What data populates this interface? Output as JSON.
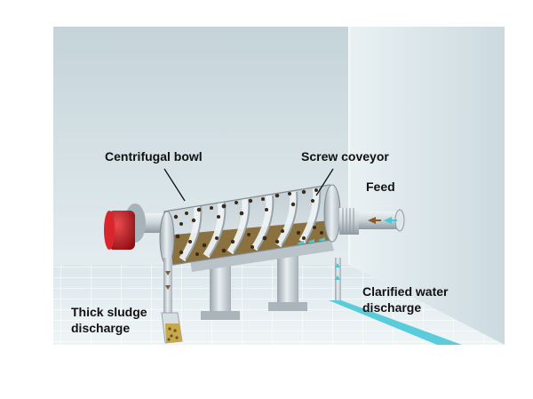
{
  "labels": {
    "centrifugal_bowl": "Centrifugal bowl",
    "screw_conveyor": "Screw coveyor",
    "feed": "Feed",
    "clarified_line1": "Clarified water",
    "clarified_line2": "discharge",
    "sludge_line1": "Thick sludge",
    "sludge_line2": "discharge"
  },
  "colors": {
    "wall": "#d4e1e6",
    "floor": "#e3eef1",
    "metal": "#bfc9cf",
    "motor": "#c0141a",
    "solids": "#6a4a28",
    "water": "#49c8d8",
    "sludge": "#b19a4a"
  }
}
